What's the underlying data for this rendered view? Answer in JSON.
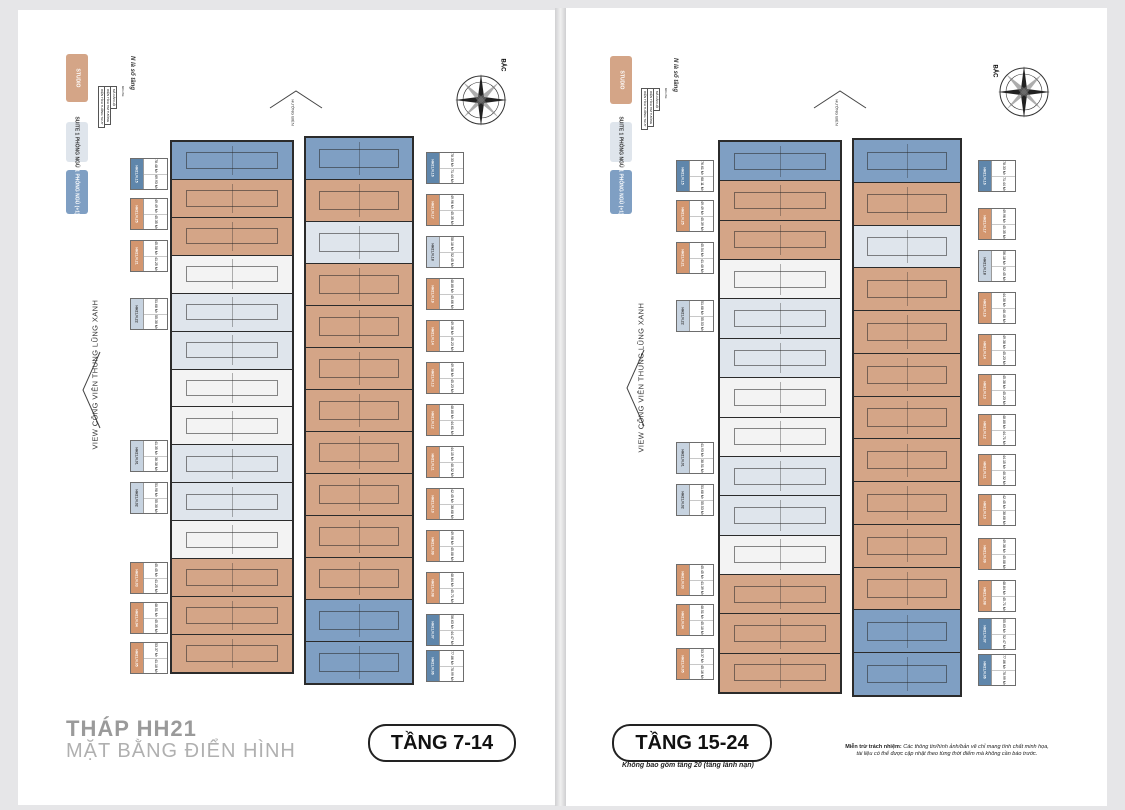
{
  "legend": {
    "studio": "STUDIO",
    "suite": "SUITE 1 PHÒNG NGỦ",
    "one_bed": "1 PHÒNG NGỦ (+1)",
    "note": "N là số tầng",
    "mini_label": "Ghi chú",
    "mini_rows": [
      "MÃ CĂN HỘ",
      "DIỆN TÍCH TIM TƯỜNG",
      "DIỆN TÍCH THÔNG THỦY"
    ]
  },
  "north": "BẮC",
  "sea": "HƯỚNG BIỂN",
  "view": "VIEW CÔNG VIÊN THUNG LŨNG XANH",
  "left_page": {
    "title": "THÁP HH21",
    "subtitle": "MẶT BẰNG ĐIỂN HÌNH",
    "floor": "TẦNG 7-14",
    "tags_left": [
      {
        "code": "HH21.N.15",
        "a": "78.48 M²",
        "b": "69.93 M²",
        "type": "one"
      },
      {
        "code": "HH21.N.25",
        "a": "49.49 M²",
        "b": "45.35 M²",
        "type": "s"
      },
      {
        "code": "HH21.N.21",
        "a": "45.58 M²",
        "b": "41.25 M²",
        "type": "s"
      },
      {
        "code": "HH21.N.22",
        "a": "51.68 M²",
        "b": "55.30 M²",
        "type": "suite"
      },
      {
        "code": "HH21.N.01",
        "a": "41.35 M²",
        "b": "38.38 M²",
        "type": "suite"
      },
      {
        "code": "HH21.N.02",
        "a": "51.98 M²",
        "b": "55.30 M²",
        "type": "suite"
      },
      {
        "code": "HH21.N.03",
        "a": "45.45 M²",
        "b": "41.25 M²",
        "type": "s"
      },
      {
        "code": "HH21.N.04",
        "a": "48.51 M²",
        "b": "45.35 M²",
        "type": "s"
      },
      {
        "code": "HH21.N.05",
        "a": "53.37 M²",
        "b": "41.10 M²",
        "type": "s"
      }
    ],
    "tags_right": [
      {
        "code": "HH21.N.16",
        "a": "78.33 M²",
        "b": "71.44 M²",
        "type": "one"
      },
      {
        "code": "HH21.N.17",
        "a": "49.96 M²",
        "b": "45.35 M²",
        "type": "s"
      },
      {
        "code": "HH21.N.18",
        "a": "58.18 M²",
        "b": "52.45 M²",
        "type": "suite"
      },
      {
        "code": "HH21.N.19",
        "a": "48.80 M²",
        "b": "45.66 M²",
        "type": "s"
      },
      {
        "code": "HH21.N.14",
        "a": "49.38 M²",
        "b": "45.23 M²",
        "type": "s"
      },
      {
        "code": "HH21.N.13",
        "a": "49.38 M²",
        "b": "45.23 M²",
        "type": "s"
      },
      {
        "code": "HH21.N.12",
        "a": "48.80 M²",
        "b": "44.61 M²",
        "type": "s"
      },
      {
        "code": "HH21.N.11",
        "a": "44.15 M²",
        "b": "40.32 M²",
        "type": "s"
      },
      {
        "code": "HH21.N.10",
        "a": "42.45 M²",
        "b": "38.68 M²",
        "type": "s"
      },
      {
        "code": "HH21.N.09",
        "a": "49.98 M²",
        "b": "45.08 M²",
        "type": "s"
      },
      {
        "code": "HH21.N.08",
        "a": "48.84 M²",
        "b": "45.71 M²",
        "type": "s"
      },
      {
        "code": "HH21.N.07",
        "a": "56.63 M²",
        "b": "44.47 M²",
        "type": "one"
      },
      {
        "code": "HH21.N.06",
        "a": "77.86 M²",
        "b": "70.99 M²",
        "type": "one"
      }
    ]
  },
  "right_page": {
    "floor": "TẦNG 15-24",
    "floor_note": "Không bao gồm tầng 20 (tầng lánh nạn)",
    "disclaimer_title": "Miễn trừ trách nhiệm:",
    "disclaimer_1": "Các thông tin/hình ảnh/bản vẽ chỉ mang tính chất minh họa,",
    "disclaimer_2": "tài liệu có thể được cập nhật theo từng thời điểm mà không cần báo trước.",
    "tags_left": [
      {
        "code": "HH21.N.15",
        "a": "76.61 M²",
        "b": "68.11 M²",
        "type": "one"
      },
      {
        "code": "HH21.N.25",
        "a": "49.49 M²",
        "b": "45.39 M²",
        "type": "s"
      },
      {
        "code": "HH21.N.21",
        "a": "45.54 M²",
        "b": "41.40 M²",
        "type": "s"
      },
      {
        "code": "HH21.N.22",
        "a": "51.68 M²",
        "b": "55.53 M²",
        "type": "suite"
      },
      {
        "code": "HH21.N.01",
        "a": "41.93 M²",
        "b": "38.51 M²",
        "type": "suite"
      },
      {
        "code": "HH21.N.02",
        "a": "51.68 M²",
        "b": "55.53 M²",
        "type": "suite"
      },
      {
        "code": "HH21.N.03",
        "a": "45.45 M²",
        "b": "41.39 M²",
        "type": "s"
      },
      {
        "code": "HH21.N.04",
        "a": "48.51 M²",
        "b": "45.10 M²",
        "type": "s"
      },
      {
        "code": "HH21.N.05",
        "a": "53.37 M²",
        "b": "45.16 M²",
        "type": "s"
      }
    ],
    "tags_right": [
      {
        "code": "HH21.N.16",
        "a": "78.33 M²",
        "b": "71.44 M²",
        "type": "one"
      },
      {
        "code": "HH21.N.17",
        "a": "49.96 M²",
        "b": "45.35 M²",
        "type": "s"
      },
      {
        "code": "HH21.N.18",
        "a": "56.18 M²",
        "b": "52.45 M²",
        "type": "suite"
      },
      {
        "code": "HH21.N.19",
        "a": "44.30 M²",
        "b": "40.40 M²",
        "type": "s"
      },
      {
        "code": "HH21.N.14",
        "a": "49.38 M²",
        "b": "45.23 M²",
        "type": "s"
      },
      {
        "code": "HH21.N.13",
        "a": "45.38 M²",
        "b": "45.23 M²",
        "type": "s"
      },
      {
        "code": "HH21.N.12",
        "a": "48.80 M²",
        "b": "44.71 M²",
        "type": "s"
      },
      {
        "code": "HH21.N.11",
        "a": "44.15 M²",
        "b": "40.32 M²",
        "type": "s"
      },
      {
        "code": "HH21.N.10",
        "a": "42.45 M²",
        "b": "38.68 M²",
        "type": "s"
      },
      {
        "code": "HH21.N.09",
        "a": "49.38 M²",
        "b": "45.08 M²",
        "type": "s"
      },
      {
        "code": "HH21.N.08",
        "a": "48.84 M²",
        "b": "45.71 M²",
        "type": "s"
      },
      {
        "code": "HH21.N.07",
        "a": "55.63 M²",
        "b": "52.47 M²",
        "type": "one"
      },
      {
        "code": "HH21.N.06",
        "a": "77.86 M²",
        "b": "70.99 M²",
        "type": "one"
      }
    ]
  },
  "colors": {
    "studio": "#d4a587",
    "one_bed": "#7f9fc3",
    "suite": "#dfe5ec"
  }
}
